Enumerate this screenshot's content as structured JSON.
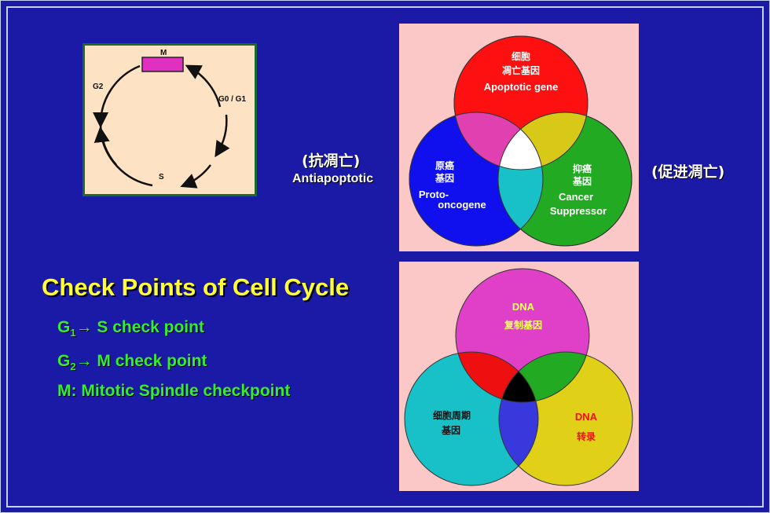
{
  "cycle": {
    "m_label": "M",
    "g2_label": "G2",
    "g0g1_label": "G0 / G1",
    "s_label": "S",
    "colors": {
      "background": "#fde2c4",
      "border": "#1a6a2a",
      "m_box": "#e030c0"
    }
  },
  "anti": {
    "cn": "(抗凋亡)",
    "en": "Antiapoptotic"
  },
  "pro": {
    "cn": "(促进凋亡)"
  },
  "venn1": {
    "apoptotic_cn_1": "细胞",
    "apoptotic_cn_2": "凋亡基因",
    "apoptotic_en": "Apoptotic gene",
    "proto_cn_1": "原癌",
    "proto_cn_2": "基因",
    "proto_en_1": "Proto-",
    "proto_en_2": "oncogene",
    "suppressor_cn_1": "抑癌",
    "suppressor_cn_2": "基因",
    "suppressor_en_1": "Cancer",
    "suppressor_en_2": "Suppressor",
    "colors": {
      "top": "#ff1010",
      "left": "#1010ee",
      "right": "#22aa22",
      "top_left": "#e040b0",
      "top_right": "#d8c818",
      "left_right": "#18c0c8",
      "center": "#ffffff"
    }
  },
  "venn2": {
    "repl_en": "DNA",
    "repl_cn": "复制基因",
    "cycle_cn_1": "细胞周期",
    "cycle_cn_2": "基因",
    "trans_en": "DNA",
    "trans_cn": "转录",
    "colors": {
      "top": "#e040c8",
      "left": "#18c0c8",
      "right": "#e0d018",
      "top_left": "#ee1010",
      "top_right": "#22aa22",
      "left_right": "#3838dd",
      "center": "#000000"
    }
  },
  "checkpoints": {
    "title": "Check Points of Cell Cycle",
    "g1_sub": "1",
    "g1_text": "→ S  check point",
    "g2_sub": "2",
    "g2_text": "→ M check point",
    "m_text": "M: Mitotic Spindle checkpoint"
  }
}
